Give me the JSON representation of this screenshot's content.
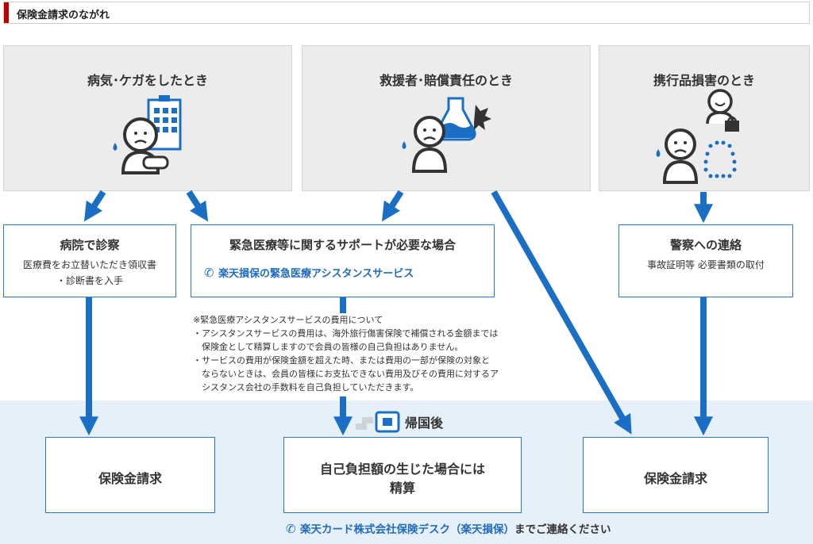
{
  "header": {
    "title": "保険金請求のながれ"
  },
  "cases": [
    {
      "title": "病気･ケガをしたとき"
    },
    {
      "title": "救援者･賠償責任のとき"
    },
    {
      "title": "携行品損害のとき"
    }
  ],
  "steps": {
    "hospital": {
      "title": "病院で診察",
      "line1": "医療費をお立替いただき領収書",
      "line2": "・診断書を入手"
    },
    "emergency": {
      "title": "緊急医療等に関するサポートが必要な場合",
      "link": "楽天損保の緊急医療アシスタンスサービス"
    },
    "police": {
      "title": "警察への連絡",
      "line1": "事故証明等 必要書類の取付"
    }
  },
  "notes": {
    "heading": "※緊急医療アシスタンスサービスの費用について",
    "lines": [
      "・アシスタンスサービスの費用は、海外旅行傷害保険で補償される金額までは",
      "　保険金として精算しますので会員の皆様の自己負担はありません。",
      "・サービスの費用が保険金額を超えた時、または費用の一部が保険の対象と",
      "　ならないときは、会員の皆様にお支払できない費用及びその費用に対するア",
      "　シスタンス会社の手数料を自己負担していただきます。"
    ]
  },
  "return_label": "帰国後",
  "final": {
    "left": "保険金請求",
    "middle_line1": "自己負担額の生じた場合には",
    "middle_line2": "精算",
    "right": "保険金請求"
  },
  "contact": {
    "link": "楽天カード株式会社保険デスク（楽天損保）",
    "suffix": "までご連絡ください"
  },
  "colors": {
    "accent_red": "#bf0000",
    "arrow_blue": "#1a6fc4",
    "box_border": "#2a78c8",
    "link_blue": "#1e6bbf",
    "bottom_bg": "#e5f0fa"
  }
}
